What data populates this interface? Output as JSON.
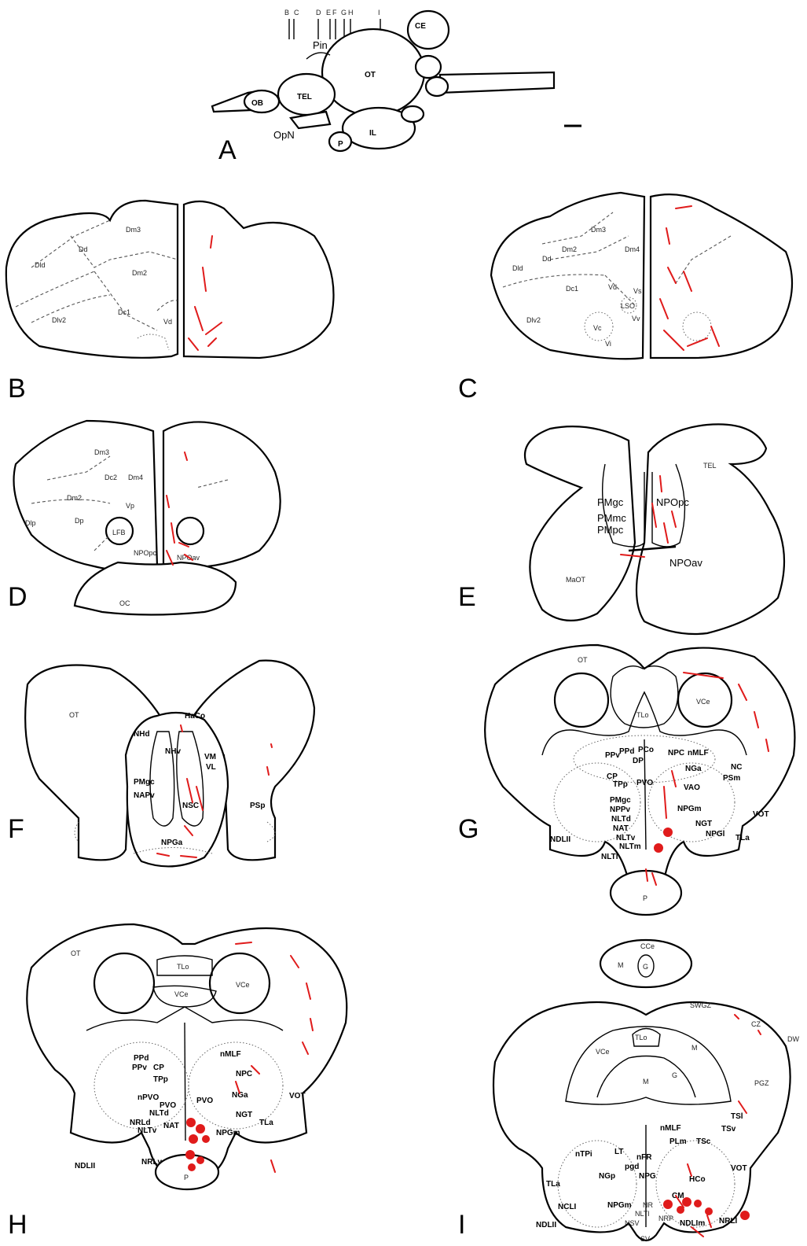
{
  "panel_letters": [
    "A",
    "B",
    "C",
    "D",
    "E",
    "F",
    "G",
    "H",
    "I"
  ],
  "panel_a": {
    "section_marks": [
      "B",
      "C",
      "D",
      "E",
      "F",
      "G",
      "H",
      "I"
    ],
    "regions": [
      "CE",
      "Pin",
      "OT",
      "OB",
      "TEL",
      "OpN",
      "P",
      "IL"
    ]
  },
  "panel_b": {
    "regions": [
      "Dm3",
      "Dd",
      "Dld",
      "Dm2",
      "Dc1",
      "Dlv2",
      "Vd"
    ]
  },
  "panel_c": {
    "regions": [
      "Dm3",
      "Dm2",
      "Dm4",
      "Dd",
      "Dld",
      "Dc1",
      "Vd",
      "Vs",
      "LSO",
      "Vv",
      "Dlv2",
      "Vc",
      "Vi"
    ]
  },
  "panel_d": {
    "regions": [
      "Dm3",
      "Dc2",
      "Dm4",
      "Dm2",
      "Vp",
      "Dlp",
      "Dp",
      "LFB",
      "NPOpc",
      "NPOav",
      "OC"
    ]
  },
  "panel_e": {
    "regions": [
      "TEL",
      "PMgc",
      "NPOpc",
      "PMmc",
      "PMpc",
      "MaOT",
      "NPOav"
    ]
  },
  "panel_f": {
    "regions": [
      "OT",
      "HaCo",
      "NHd",
      "NHv",
      "VM",
      "VL",
      "PMgc",
      "NAPv",
      "NSC",
      "PSp",
      "NPGa"
    ]
  },
  "panel_g": {
    "regions": [
      "OT",
      "TLo",
      "VCe",
      "PCo",
      "PPv",
      "PPd",
      "NPC",
      "nMLF",
      "DP",
      "NC",
      "NGa",
      "PSm",
      "CP",
      "TPp",
      "PVO",
      "VAO",
      "PMgc",
      "NPPv",
      "NPGm",
      "NLTd",
      "NAT",
      "NGT",
      "NPGl",
      "VOT",
      "NLTv",
      "NLTm",
      "TLa",
      "NDLII",
      "NLTl",
      "P"
    ]
  },
  "panel_h": {
    "regions": [
      "OT",
      "TLo",
      "VCe",
      "VCe",
      "nMLF",
      "PPd",
      "PPv",
      "CP",
      "NPC",
      "TPp",
      "nPVO",
      "PVO",
      "NGa",
      "VOT",
      "PVO",
      "NGT",
      "NLTd",
      "NRLd",
      "NLTv",
      "NAT",
      "NPGm",
      "TLa",
      "NDLII",
      "NRLv",
      "P"
    ]
  },
  "panel_i": {
    "regions": [
      "CCe",
      "M",
      "G",
      "SWGZ",
      "CZ",
      "DW",
      "VCe",
      "TLo",
      "M",
      "M",
      "G",
      "PGZ",
      "TSl",
      "nMLF",
      "TSv",
      "PLm",
      "TSc",
      "nTPi",
      "LT",
      "nFR",
      "pgd",
      "NGp",
      "NPG",
      "HCo",
      "VOT",
      "TLa",
      "NCLI",
      "NPGm",
      "NR",
      "NLTl",
      "NSV",
      "NRP",
      "NDLIm",
      "NRLl",
      "NDLII",
      "SV",
      "CM"
    ]
  }
}
